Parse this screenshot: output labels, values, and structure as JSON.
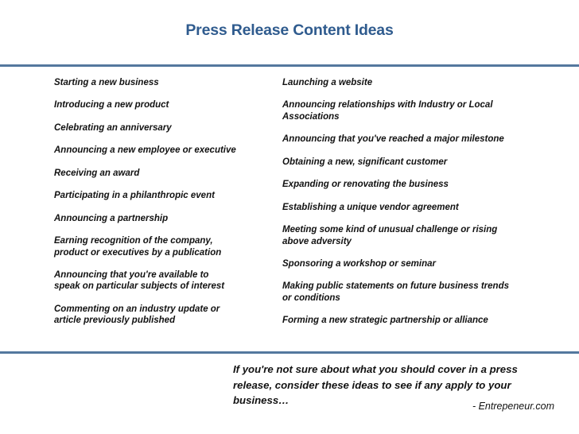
{
  "slide": {
    "title": "Press Release Content Ideas",
    "colors": {
      "title_text": "#2F5B8E",
      "divider": "#54789E",
      "body_text": "#121212",
      "background": "#FFFFFF"
    },
    "columns": {
      "left": {
        "items": [
          "Starting a new business",
          "Introducing a new product",
          "Celebrating an anniversary",
          "Announcing a new employee or executive",
          "Receiving an award",
          "Participating in a philanthropic event",
          "Announcing a partnership",
          "Earning recognition of the company,\nproduct or executives by a publication",
          "Announcing that you're available to\nspeak on particular subjects of interest",
          "Commenting on an industry update or\narticle previously published"
        ]
      },
      "right": {
        "items": [
          "Launching a website",
          "Announcing relationships with Industry or Local\nAssociations",
          "Announcing that you've reached a major milestone",
          "Obtaining a new, significant customer",
          "Expanding or renovating the business",
          "Establishing a unique vendor agreement",
          "Meeting some kind of unusual challenge or rising\nabove adversity",
          "Sponsoring a workshop or seminar",
          "Making public statements on future business trends\nor conditions",
          "Forming a new strategic partnership or alliance"
        ]
      }
    },
    "footer": {
      "note": "If you're not sure about what you should cover in a press\nrelease, consider these ideas to see if any apply to your\nbusiness…",
      "attribution": "- Entrepeneur.com"
    }
  }
}
